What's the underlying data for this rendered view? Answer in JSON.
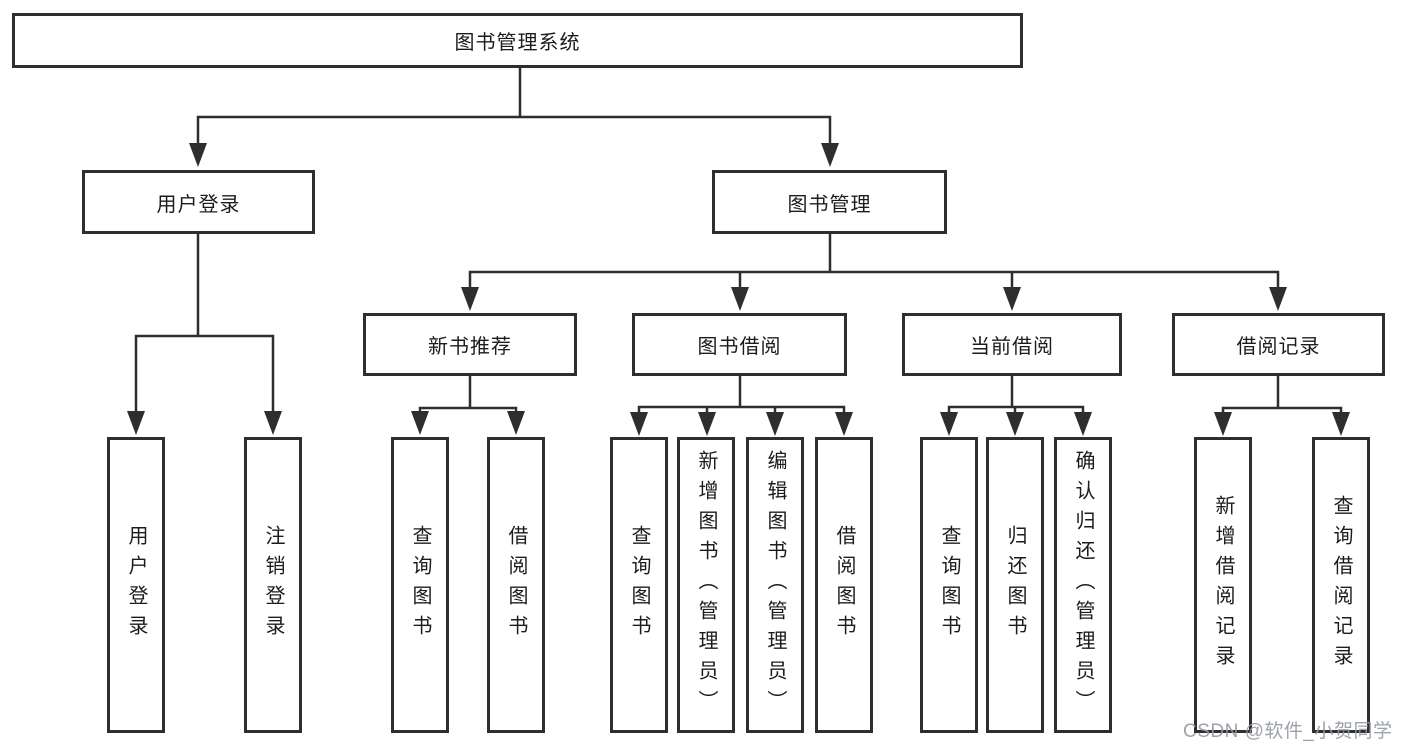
{
  "diagram": {
    "root": "图书管理系统",
    "branches": {
      "user_login": {
        "label": "用户登录",
        "leaves": [
          "用户登录",
          "注销登录"
        ]
      },
      "book_management": {
        "label": "图书管理",
        "sections": [
          {
            "label": "新书推荐",
            "leaves": [
              "查询图书",
              "借阅图书"
            ]
          },
          {
            "label": "图书借阅",
            "leaves": [
              "查询图书",
              "新增图书（管理员）",
              "编辑图书（管理员）",
              "借阅图书"
            ]
          },
          {
            "label": "当前借阅",
            "leaves": [
              "查询图书",
              "归还图书",
              "确认归还（管理员）"
            ]
          },
          {
            "label": "借阅记录",
            "leaves": [
              "新增借阅记录",
              "查询借阅记录"
            ]
          }
        ]
      }
    }
  },
  "watermark": "CSDN @软件_小贺同学",
  "colors": {
    "line": "#2e2e2e",
    "text": "#1c1c1c",
    "box_fill": "#ffffff",
    "watermark": "#969ba2"
  }
}
